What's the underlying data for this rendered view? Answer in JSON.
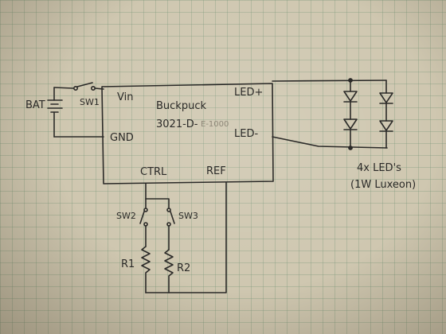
{
  "diagram": {
    "driver": {
      "name": "Buckpuck",
      "part": "3021-D-",
      "part_faint": "E-1000",
      "pins": {
        "vin": "Vin",
        "gnd": "GND",
        "led_plus": "LED+",
        "led_minus": "LED-",
        "ctrl": "CTRL",
        "ref": "REF"
      }
    },
    "battery": {
      "label": "BAT"
    },
    "switches": {
      "sw1": "SW1",
      "sw2": "SW2",
      "sw3": "SW3"
    },
    "resistors": {
      "r1": "R1",
      "r2": "R2"
    },
    "leds": {
      "count_label": "4x LED's",
      "type_label": "(1W Luxeon)"
    },
    "colors": {
      "ink": "#2b2a28",
      "paper": "#cfc7b0",
      "grid": "#7a967a"
    }
  }
}
